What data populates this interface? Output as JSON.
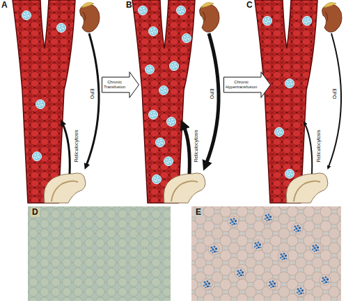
{
  "diagram": {
    "nodes": [
      {
        "text": [
          "Chronic Transfusion"
        ]
      },
      {
        "text": [
          "Chronic Hypertransfusion"
        ]
      }
    ],
    "labels": [
      "A",
      "EPO",
      "Reticulocytosis",
      "B",
      "EPO",
      "Reticulocytosis",
      "C",
      "EPO",
      "Reticulocytosis",
      "D",
      "E"
    ]
  }
}
